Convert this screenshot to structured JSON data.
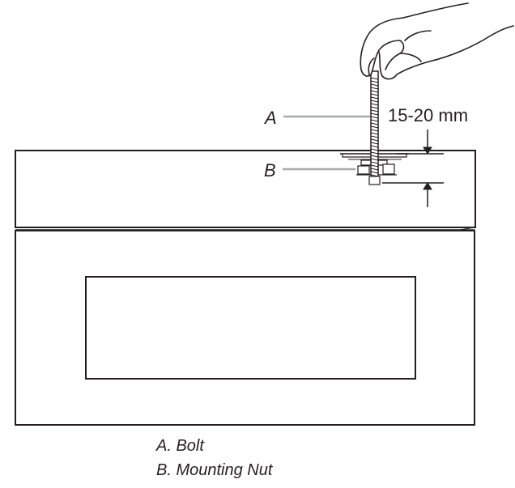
{
  "callouts": {
    "a": "A",
    "b": "B"
  },
  "dimension": {
    "label": "15-20 mm"
  },
  "legend": {
    "items": [
      "A. Bolt",
      "B. Mounting Nut"
    ]
  },
  "colors": {
    "line": "#231f20",
    "leader": "#a7a9ac"
  }
}
